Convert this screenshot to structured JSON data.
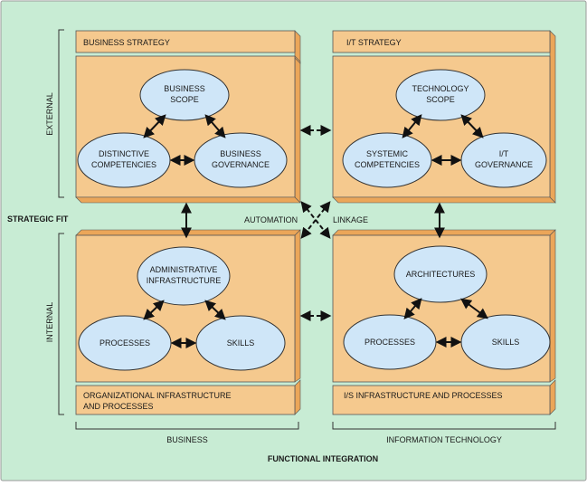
{
  "colors": {
    "background": "#c8ecd4",
    "box_fill": "#f5c98e",
    "box_side": "#eba659",
    "ellipse_fill": "#cfe6f8",
    "border": "#555555"
  },
  "quadrants": {
    "business_strategy": {
      "header": "BUSINESS STRATEGY",
      "top": [
        "BUSINESS",
        "SCOPE"
      ],
      "left": [
        "DISTINCTIVE",
        "COMPETENCIES"
      ],
      "right": [
        "BUSINESS",
        "GOVERNANCE"
      ]
    },
    "it_strategy": {
      "header": "I/T STRATEGY",
      "top": [
        "TECHNOLOGY",
        "SCOPE"
      ],
      "left": [
        "SYSTEMIC",
        "COMPETENCIES"
      ],
      "right": [
        "I/T",
        "GOVERNANCE"
      ]
    },
    "org_infrastructure": {
      "footer": [
        "ORGANIZATIONAL INFRASTRUCTURE",
        "AND PROCESSES"
      ],
      "top": [
        "ADMINISTRATIVE",
        "INFRASTRUCTURE"
      ],
      "left": [
        "PROCESSES"
      ],
      "right": [
        "SKILLS"
      ]
    },
    "is_infrastructure": {
      "footer": [
        "I/S INFRASTRUCTURE AND PROCESSES"
      ],
      "top": [
        "ARCHITECTURES"
      ],
      "left": [
        "PROCESSES"
      ],
      "right": [
        "SKILLS"
      ]
    }
  },
  "labels": {
    "external": "EXTERNAL",
    "internal": "INTERNAL",
    "strategic_fit": "STRATEGIC FIT",
    "automation": "AUTOMATION",
    "linkage": "LINKAGE",
    "business": "BUSINESS",
    "information_technology": "INFORMATION TECHNOLOGY",
    "functional_integration": "FUNCTIONAL INTEGRATION"
  }
}
